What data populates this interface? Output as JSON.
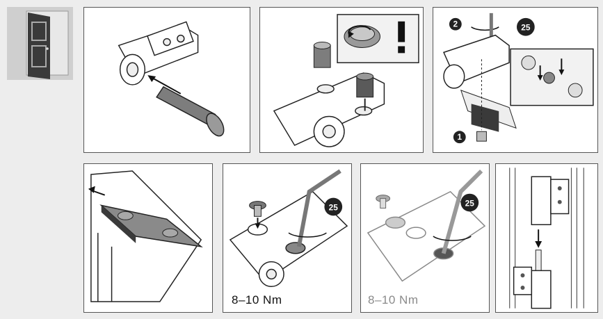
{
  "steps": [
    {
      "id": 1
    },
    {
      "id": 2,
      "warning_mark": "!"
    },
    {
      "id": 3,
      "callouts": [
        "2",
        "1"
      ],
      "torx_size": "25"
    },
    {
      "id": 4
    },
    {
      "id": 5,
      "torx_size": "25",
      "torque_label": "8–10 Nm"
    },
    {
      "id": 6,
      "torx_size": "25",
      "torque_label": "8–10 Nm"
    },
    {
      "id": 7
    }
  ],
  "colors": {
    "line": "#222222",
    "shade": "#7d7d7d",
    "dark": "#2b2b2b",
    "panel": "#ffffff",
    "bg": "#ededed"
  }
}
